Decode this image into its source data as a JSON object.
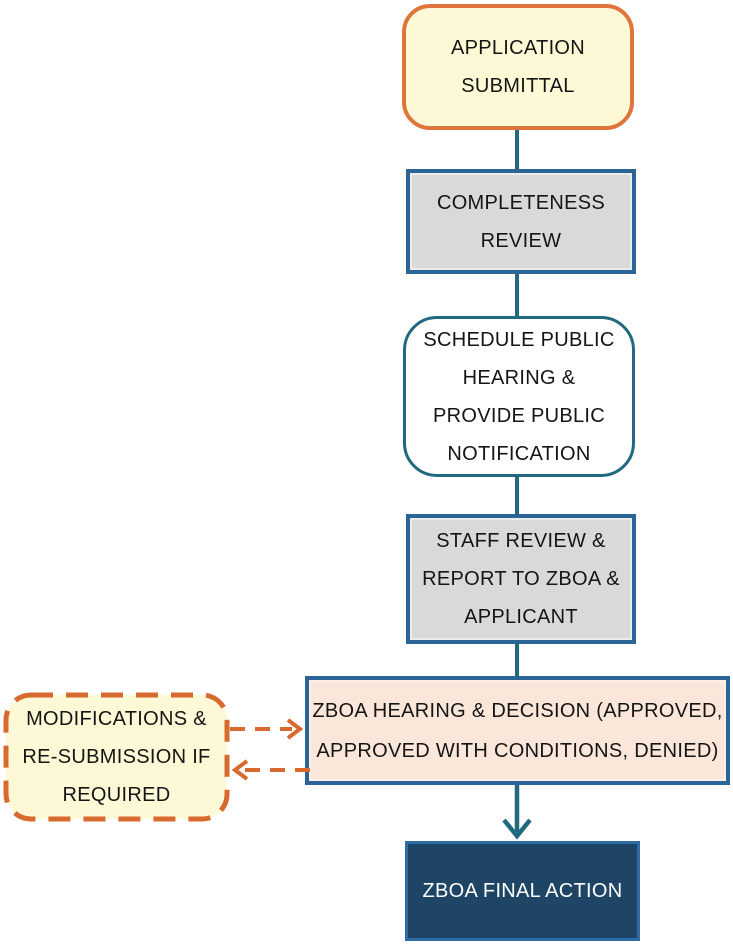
{
  "colors": {
    "teal_connector": "#21697F",
    "blue_box_border": "#2B6496",
    "orange_border": "#E0753B",
    "orange_dashed": "#D8692F",
    "yellow_fill": "#FDF9D6",
    "gray_fill": "#D9D9D9",
    "white_fill": "#FFFFFF",
    "pink_fill": "#FBE7DA",
    "navy_fill": "#1E4566",
    "navy_border": "#2E6DA4",
    "text_dark": "#151515",
    "text_light": "#FFFFFF"
  },
  "nodes": {
    "application_submittal": {
      "label": "APPLICATION\nSUBMITTAL",
      "shape": "rounded-rectangle",
      "fill": "#FDF9D6",
      "border": "#E0753B",
      "border_style": "solid"
    },
    "completeness_review": {
      "label": "COMPLETENESS\nREVIEW",
      "shape": "rectangle",
      "fill": "#D9D9D9",
      "border": "#2B6496",
      "border_style": "solid"
    },
    "schedule_public_hearing": {
      "label": "SCHEDULE PUBLIC\nHEARING &\nPROVIDE PUBLIC\nNOTIFICATION",
      "shape": "rounded-rectangle",
      "fill": "#FFFFFF",
      "border": "#21697F",
      "border_style": "solid"
    },
    "staff_review": {
      "label": "STAFF REVIEW &\nREPORT TO ZBOA &\nAPPLICANT",
      "shape": "rectangle",
      "fill": "#D9D9D9",
      "border": "#2B6496",
      "border_style": "solid"
    },
    "zboa_hearing_decision": {
      "label": "ZBOA HEARING & DECISION (APPROVED,\nAPPROVED WITH CONDITIONS, DENIED)",
      "shape": "rectangle",
      "fill": "#FBE7DA",
      "border": "#2B6496",
      "border_style": "solid"
    },
    "modifications_resubmission": {
      "label": "MODIFICATIONS &\nRE-SUBMISSION IF\nREQUIRED",
      "shape": "rounded-rectangle",
      "fill": "#FDF9D6",
      "border": "#D8692F",
      "border_style": "dashed"
    },
    "zboa_final_action": {
      "label": "ZBOA FINAL ACTION",
      "shape": "rectangle",
      "fill": "#1E4566",
      "border": "#2E6DA4",
      "border_style": "solid"
    }
  },
  "connectors": [
    {
      "from": "application_submittal",
      "to": "completeness_review",
      "style": "solid",
      "arrowhead": "none"
    },
    {
      "from": "completeness_review",
      "to": "schedule_public_hearing",
      "style": "solid",
      "arrowhead": "none"
    },
    {
      "from": "schedule_public_hearing",
      "to": "staff_review",
      "style": "solid",
      "arrowhead": "none"
    },
    {
      "from": "staff_review",
      "to": "zboa_hearing_decision",
      "style": "solid",
      "arrowhead": "none"
    },
    {
      "from": "zboa_hearing_decision",
      "to": "zboa_final_action",
      "style": "solid",
      "arrowhead": "open-chevron-down"
    },
    {
      "from": "modifications_resubmission",
      "to": "zboa_hearing_decision",
      "style": "dashed",
      "arrowhead": "open-chevron-right"
    },
    {
      "from": "zboa_hearing_decision",
      "to": "modifications_resubmission",
      "style": "dashed",
      "arrowhead": "open-chevron-left"
    }
  ]
}
